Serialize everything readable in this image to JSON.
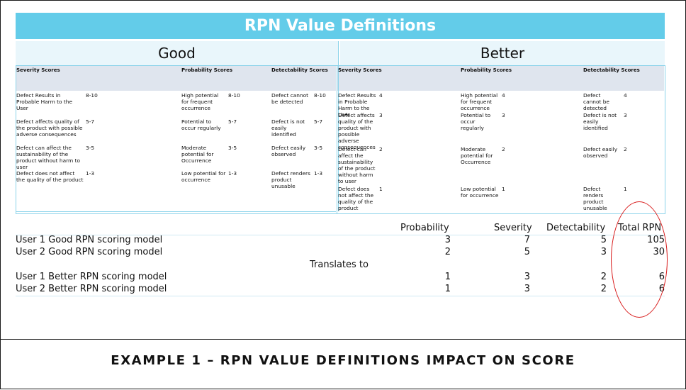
{
  "banner_title": "RPN Value Definitions",
  "good": {
    "title": "Good",
    "headers": [
      "Severity Scores",
      "Probability Scores",
      "Detectability Scores"
    ],
    "severity": [
      {
        "desc": "Defect Results in Probable Harm to the User",
        "score": "8-10"
      },
      {
        "desc": "Defect affects quality of the product with possible adverse consequences",
        "score": "5-7"
      },
      {
        "desc": "Defect can affect the sustainability of the product without harm to user",
        "score": "3-5"
      },
      {
        "desc": "Defect does not affect the quality of the product",
        "score": "1-3"
      }
    ],
    "probability": [
      {
        "desc": "High potential for frequent occurrence",
        "score": "8-10"
      },
      {
        "desc": "Potential to occur regularly",
        "score": "5-7"
      },
      {
        "desc": "Moderate potential for Occurrence",
        "score": "3-5"
      },
      {
        "desc": "Low potential for occurrence",
        "score": "1-3"
      }
    ],
    "detectability": [
      {
        "desc": "Defect cannot be detected",
        "score": "8-10"
      },
      {
        "desc": "Defect is not easily identified",
        "score": "5-7"
      },
      {
        "desc": "Defect easily observed",
        "score": "3-5"
      },
      {
        "desc": "Defect renders product unusable",
        "score": "1-3"
      }
    ]
  },
  "better": {
    "title": "Better",
    "headers": [
      "Severity Scores",
      "Probability Scores",
      "Detectability Scores"
    ],
    "severity": [
      {
        "desc": "Defect Results in Probable Harm to the User",
        "score": "4"
      },
      {
        "desc": "Defect affects quality of the product with possible adverse consequences",
        "score": "3"
      },
      {
        "desc": "Defect can affect the sustainability of the product without harm to user",
        "score": "2"
      },
      {
        "desc": "Defect does not affect the quality of the product",
        "score": "1"
      }
    ],
    "probability": [
      {
        "desc": "High potential for frequent occurrence",
        "score": "4"
      },
      {
        "desc": "Potential to occur regularly",
        "score": "3"
      },
      {
        "desc": "Moderate potential for Occurrence",
        "score": "2"
      },
      {
        "desc": "Low potential for occurrence",
        "score": "1"
      }
    ],
    "detectability": [
      {
        "desc": "Defect cannot be detected",
        "score": "4"
      },
      {
        "desc": "Defect is not easily identified",
        "score": "3"
      },
      {
        "desc": "Defect easily observed",
        "score": "2"
      },
      {
        "desc": "Defect renders product unusable",
        "score": "1"
      }
    ]
  },
  "summary": {
    "columns": [
      "Probability",
      "Severity",
      "Detectability",
      "Total RPN"
    ],
    "rows": [
      {
        "label": "User 1 Good RPN scoring model",
        "values": [
          "3",
          "7",
          "5",
          "105"
        ]
      },
      {
        "label": "User 2 Good RPN scoring model",
        "values": [
          "2",
          "5",
          "3",
          "30"
        ]
      },
      {
        "label": "User 1 Better RPN scoring model",
        "values": [
          "1",
          "3",
          "2",
          "6"
        ]
      },
      {
        "label": "User 2 Better RPN scoring model",
        "values": [
          "1",
          "3",
          "2",
          "6"
        ]
      }
    ],
    "translates_label": "Translates to"
  },
  "highlight_color": "#d81b1b",
  "caption": "EXAMPLE 1 – RPN VALUE DEFINITIONS IMPACT ON SCORE"
}
